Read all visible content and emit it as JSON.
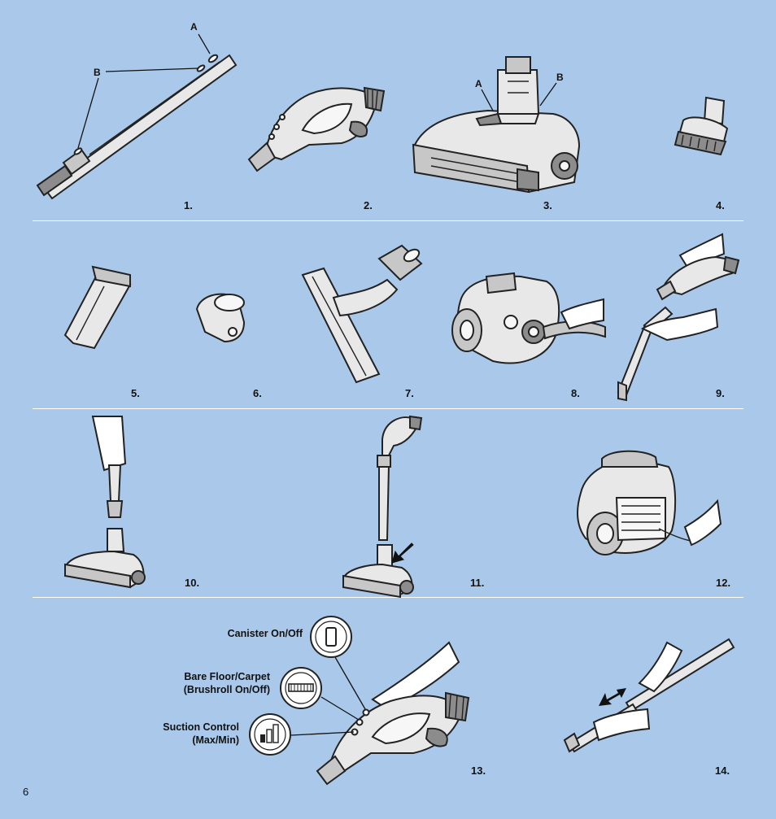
{
  "figures": [
    {
      "id": 1,
      "label": "1."
    },
    {
      "id": 2,
      "label": "2."
    },
    {
      "id": 3,
      "label": "3."
    },
    {
      "id": 4,
      "label": "4."
    },
    {
      "id": 5,
      "label": "5."
    },
    {
      "id": 6,
      "label": "6."
    },
    {
      "id": 7,
      "label": "7."
    },
    {
      "id": 8,
      "label": "8."
    },
    {
      "id": 9,
      "label": "9."
    },
    {
      "id": 10,
      "label": "10."
    },
    {
      "id": 11,
      "label": "11."
    },
    {
      "id": 12,
      "label": "12."
    },
    {
      "id": 13,
      "label": "13."
    },
    {
      "id": 14,
      "label": "14."
    }
  ],
  "callouts": {
    "fig1_a": "A",
    "fig1_b": "B",
    "fig3_a": "A",
    "fig3_b": "B"
  },
  "controls": {
    "canister_on_off": "Canister On/Off",
    "bare_floor_line1": "Bare Floor/Carpet",
    "bare_floor_line2": "(Brushroll On/Off)",
    "suction_line1": "Suction Control",
    "suction_line2": "(Max/Min)"
  },
  "page_number": "6",
  "icons": [
    "power-switch-icon",
    "brushroll-icon",
    "suction-level-icon",
    "push-arrow-icon",
    "double-arrow-icon"
  ],
  "colors": {
    "background": "#aac9ea",
    "divider": "#ffffff",
    "ink": "#111111"
  }
}
